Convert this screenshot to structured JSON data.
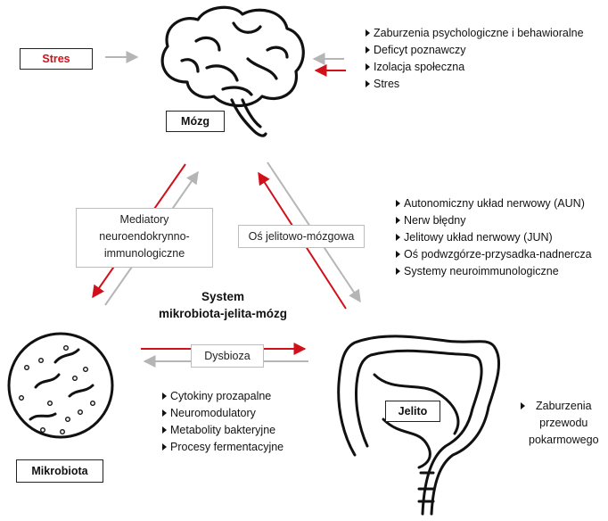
{
  "nodes": {
    "stres_box": "Stres",
    "brain": "Mózg",
    "gut": "Jelito",
    "microbiota": "Mikrobiota"
  },
  "center": {
    "line1": "System",
    "line2": "mikrobiota-jelita-mózg"
  },
  "edges": {
    "left_box": [
      "Mediatory",
      "neuroendokrynno-",
      "immunologiczne"
    ],
    "right_box": "Oś jelitowo-mózgowa",
    "bottom_box": "Dysbioza"
  },
  "lists": {
    "brain_effects": [
      "Zaburzenia psychologiczne i behawioralne",
      "Deficyt poznawczy",
      "Izolacja społeczna",
      "Stres"
    ],
    "axis_pathways": [
      "Autonomiczny układ nerwowy (AUN)",
      "Nerw błędny",
      "Jelitowy układ nerwowy (JUN)",
      "Oś podwzgórze-przysadka-nadnercza",
      "Systemy neuroimmunologiczne"
    ],
    "microbiota_factors": [
      "Cytokiny prozapalne",
      "Neuromodulatory",
      "Metabolity bakteryjne",
      "Procesy fermentacyjne"
    ],
    "gut_effects": [
      "Zaburzenia",
      "przewodu",
      "pokarmowego"
    ]
  },
  "colors": {
    "red_arrow": "#d0111a",
    "grey_arrow": "#b5b5b5",
    "stres_text": "#d0111a"
  }
}
